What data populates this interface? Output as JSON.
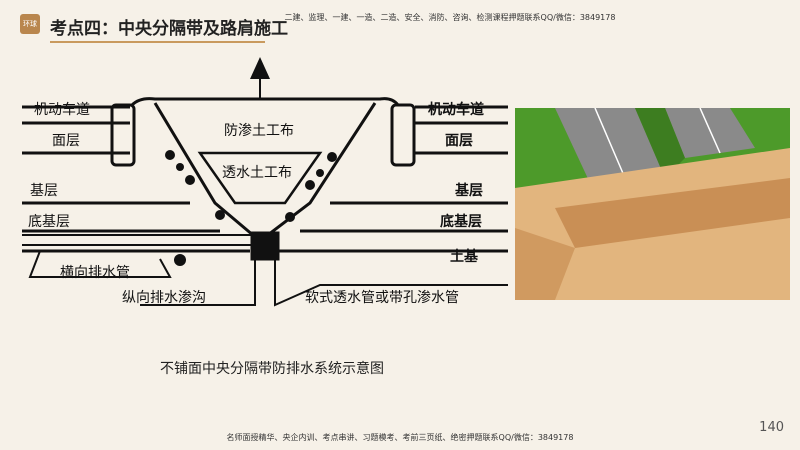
{
  "header": {
    "contact_line": "二建、监理、一建、一造、二造、安全、消防、咨询、检测课程押题联系QQ/微信：3849178",
    "logo_text": "环球",
    "title": "考点四：中央分隔带及路肩施工"
  },
  "diagram": {
    "labels": {
      "lane_left": "机动车道",
      "lane_right": "机动车道",
      "surface_left": "面层",
      "surface_right": "面层",
      "base_left": "基层",
      "base_right": "基层",
      "subbase_left": "底基层",
      "subbase_right": "底基层",
      "subgrade": "土基",
      "impermeable_fabric": "防渗土工布",
      "permeable_fabric": "透水土工布",
      "transverse_pipe": "横向排水管",
      "longitudinal_ditch": "纵向排水渗沟",
      "soft_pipe": "软式透水管或带孔渗水管"
    },
    "caption": "不铺面中央分隔带防排水系统示意图"
  },
  "footer": {
    "page_number": "140",
    "contact_line": "名师面授精华、央企内训、考点串讲、习题模考、考前三页纸、绝密押题联系QQ/微信：3849178"
  },
  "colors": {
    "background": "#f6f1e8",
    "accent": "#c99a5e",
    "grass": "#4d9a2a",
    "asphalt": "#8a8a8a",
    "soil": "#d9a56c"
  }
}
